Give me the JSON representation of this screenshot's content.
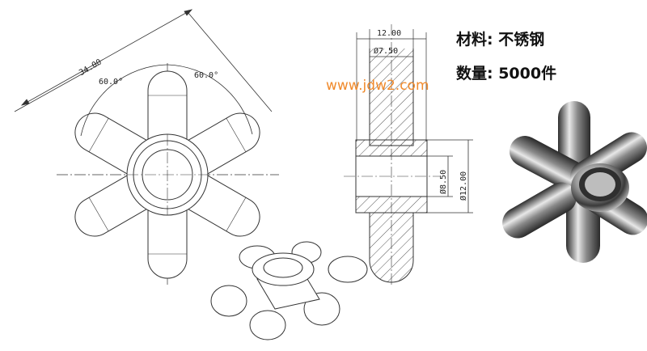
{
  "specs": {
    "material": "材料: 不锈钢",
    "quantity": "数量: 5000件"
  },
  "watermark": "www.jdw2.com",
  "front_view": {
    "overall_dim": "34.00",
    "angle_left": "60.0°",
    "angle_right": "60.0°"
  },
  "section_view": {
    "width_dim": "12.00",
    "hole_top_dim": "Ø7.50",
    "inner_dim": "Ø8.50",
    "outer_dim": "Ø12.00"
  },
  "colors": {
    "line": "#333333",
    "watermark": "#f08a2c",
    "hatch": "#555555"
  }
}
